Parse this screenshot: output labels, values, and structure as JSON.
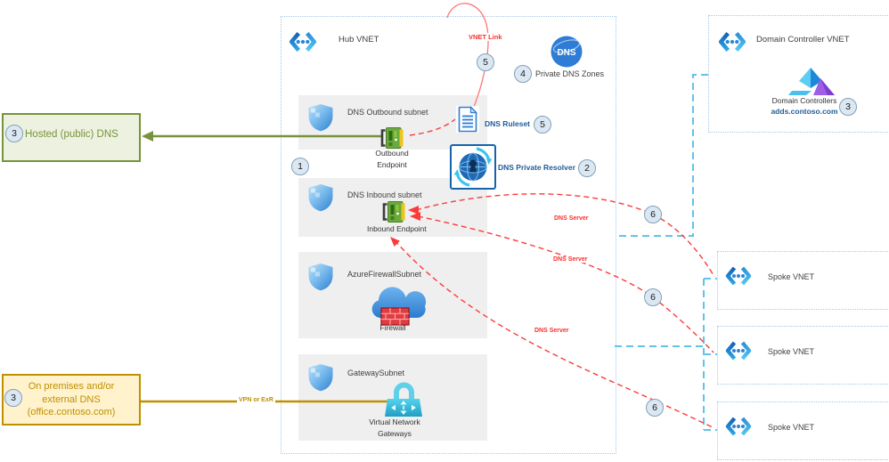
{
  "hub": {
    "title": "Hub VNET",
    "outbound_subnet": "DNS Outbound subnet",
    "outbound_ep_line1": "Outbound",
    "outbound_ep_line2": "Endpoint",
    "inbound_subnet": "DNS Inbound subnet",
    "inbound_ep": "Inbound Endpoint",
    "firewall_subnet": "AzureFirewallSubnet",
    "firewall_label": "Firewall",
    "gateway_subnet": "GatewaySubnet",
    "gateway_label_line1": "Virtual Network",
    "gateway_label_line2": "Gateways"
  },
  "resolver": {
    "label": "DNS Private Resolver",
    "number": "2"
  },
  "ruleset": {
    "label": "DNS Ruleset",
    "number": "5"
  },
  "dns_zones": {
    "label": "Private DNS Zones",
    "number": "4",
    "globe_text": "DNS"
  },
  "vnet_link": {
    "label": "VNET Link",
    "number": "5"
  },
  "outbound_flow_number": "1",
  "hosted_dns": {
    "number": "3",
    "label": "Hosted (public) DNS"
  },
  "onprem_dns": {
    "number": "3",
    "line1": "On premises and/or",
    "line2": "external DNS",
    "line3": "(office.contoso.com)"
  },
  "vpn_label": "VPN or ExR",
  "dc_vnet": {
    "title": "Domain Controller VNET",
    "label": "Domain Controllers",
    "domain": "adds.contoso.com",
    "number": "3"
  },
  "spokes": [
    {
      "label": "Spoke VNET",
      "number": "6",
      "dns_server_label": "DNS Server"
    },
    {
      "label": "Spoke VNET",
      "number": "6",
      "dns_server_label": "DNS Server"
    },
    {
      "label": "Spoke VNET",
      "number": "6",
      "dns_server_label": "DNS Server"
    }
  ],
  "colors": {
    "hosted_green": "#77933c",
    "onprem_gold": "#bf9000",
    "flow_red": "#fb2e2e",
    "label_blue": "#1f5c99",
    "peering_cyan": "#62c3ea",
    "subnet_gray": "#efefef"
  }
}
